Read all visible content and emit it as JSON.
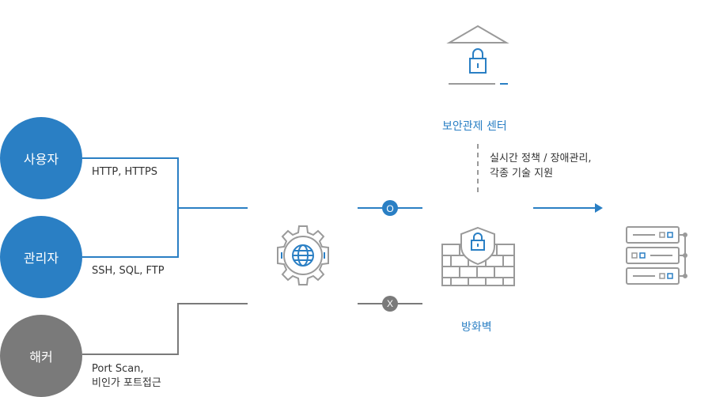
{
  "actors": {
    "user": "사용자",
    "admin": "관리자",
    "hacker": "해커"
  },
  "protocols": {
    "user": "HTTP, HTTPS",
    "admin": "SSH, SQL, FTP",
    "hacker_line1": "Port Scan,",
    "hacker_line2": "비인가 포트접근"
  },
  "security_center": {
    "title": "보안관제 센터",
    "desc_line1": "실시간 정책 / 장애관리,",
    "desc_line2": "각종 기술 지원"
  },
  "firewall": {
    "title": "방화벽",
    "allow_mark": "O",
    "block_mark": "X"
  },
  "icons": {
    "center": "locked-house-icon",
    "gateway": "gear-globe-icon",
    "firewall": "brick-wall-shield-icon",
    "server": "server-rack-icon"
  },
  "colors": {
    "primary": "#2a7fc4",
    "blocked": "#7a7a7a",
    "icon_gray": "#9a9a9a"
  }
}
